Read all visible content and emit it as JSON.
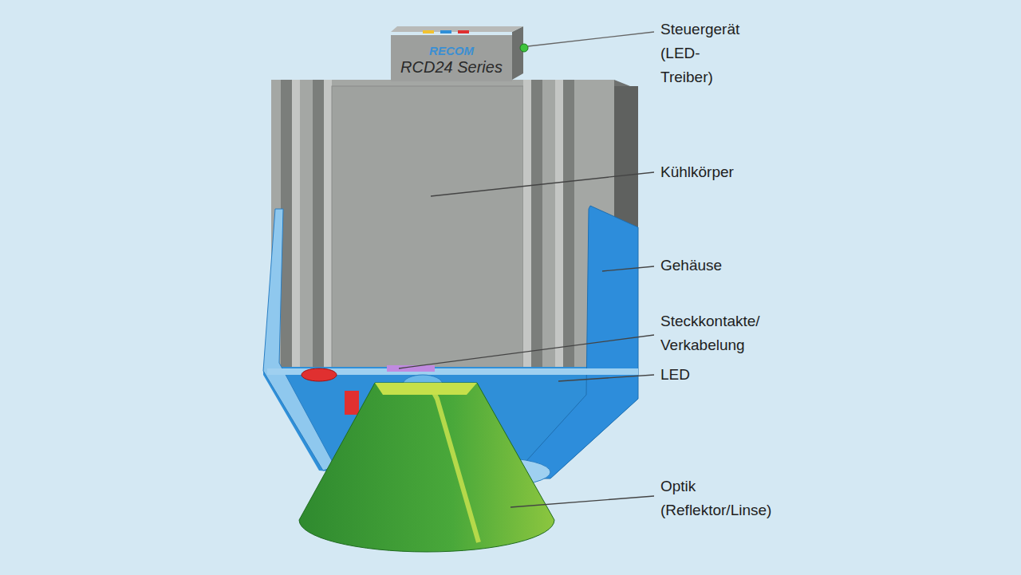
{
  "diagram": {
    "nodes": [
      {
        "text": [
          "RECOM",
          "RCD24 Series"
        ]
      }
    ],
    "labels": [
      "Steuergerät (LED-Treiber)",
      "Kühlkörper",
      "Gehäuse",
      "Steckkontakte/ Verkabelung",
      "LED",
      "Optik (Reflektor/Linse)"
    ]
  }
}
